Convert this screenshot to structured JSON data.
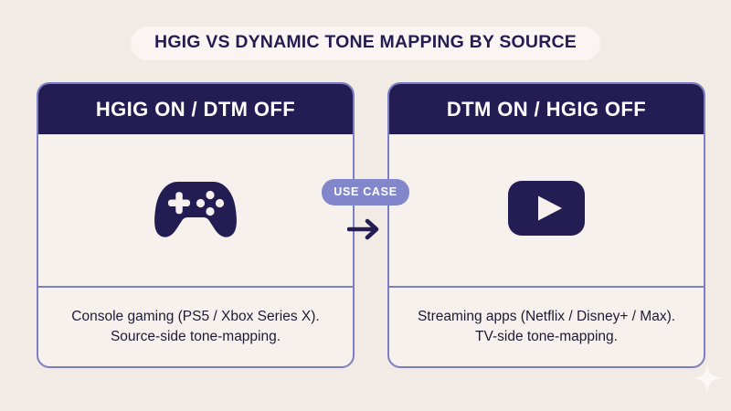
{
  "page": {
    "background_color": "#f2eae5",
    "accent_navy": "#241d54",
    "accent_purple": "#7b7fc4",
    "badge_purple": "#8287cc",
    "card_background": "#f7f1ed"
  },
  "header": {
    "title": "HGIG vs DYNAMIC TONE MAPPING BY SOURCE"
  },
  "connector": {
    "badge_label": "USE CASE",
    "arrow_icon": "arrow-right-icon"
  },
  "decoration": {
    "sparkle_icon": "sparkle-icon"
  },
  "cards": [
    {
      "id": "hgig-on-dtm-off",
      "header": "HGIG ON / DTM OFF",
      "icon": "game-controller-icon",
      "caption_line_1": "Console gaming (PS5 / Xbox Series X).",
      "caption_line_2": "Source-side tone-mapping."
    },
    {
      "id": "dtm-on-hgig-off",
      "header": "DTM ON / HGIG OFF",
      "icon": "play-video-icon",
      "caption_line_1": "Streaming apps (Netflix / Disney+ / Max).",
      "caption_line_2": "TV-side tone-mapping."
    }
  ]
}
